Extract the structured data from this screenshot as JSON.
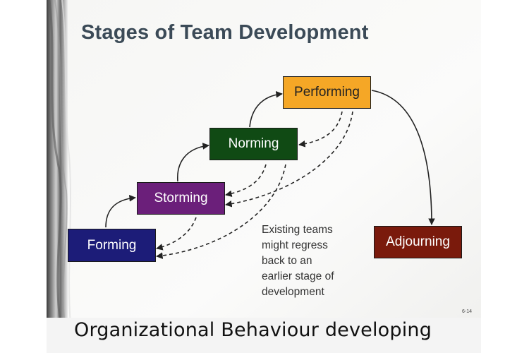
{
  "title": "Stages of Team Development",
  "stages": [
    {
      "label": "Forming",
      "color": "#1c1c78"
    },
    {
      "label": "Storming",
      "color": "#6b1f7a"
    },
    {
      "label": "Norming",
      "color": "#104a14"
    },
    {
      "label": "Performing",
      "color": "#f5a726"
    },
    {
      "label": "Adjourning",
      "color": "#7a1a0c"
    }
  ],
  "note_lines": [
    "Existing teams",
    "might regress",
    "back to an",
    "earlier stage of",
    "development"
  ],
  "slide_number": "6-14",
  "caption": "Organizational Behaviour developing",
  "colors": {
    "title": "#3b4a57",
    "performing_text": "#222222",
    "arrow": "#222222"
  }
}
